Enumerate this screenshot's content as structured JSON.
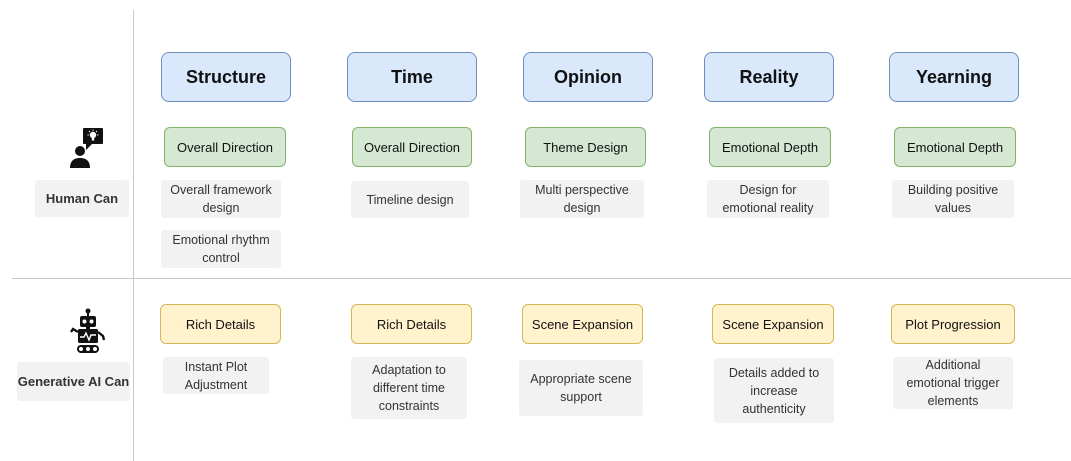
{
  "rows": {
    "human": {
      "label": "Human Can",
      "icon": "person-idea-icon"
    },
    "ai": {
      "label": "Generative AI Can",
      "icon": "robot-icon"
    }
  },
  "columns": [
    {
      "header": "Structure",
      "human_tag": "Overall Direction",
      "human_notes": [
        "Overall framework design",
        "Emotional rhythm control"
      ],
      "ai_tag": "Rich Details",
      "ai_notes": [
        "Instant Plot Adjustment"
      ]
    },
    {
      "header": "Time",
      "human_tag": "Overall Direction",
      "human_notes": [
        "Timeline design"
      ],
      "ai_tag": "Rich Details",
      "ai_notes": [
        "Adaptation to different time constraints"
      ]
    },
    {
      "header": "Opinion",
      "human_tag": "Theme Design",
      "human_notes": [
        "Multi perspective design"
      ],
      "ai_tag": "Scene Expansion",
      "ai_notes": [
        "Appropriate scene support"
      ]
    },
    {
      "header": "Reality",
      "human_tag": "Emotional Depth",
      "human_notes": [
        "Design for emotional reality"
      ],
      "ai_tag": "Scene Expansion",
      "ai_notes": [
        "Details added to increase authenticity"
      ]
    },
    {
      "header": "Yearning",
      "human_tag": "Emotional Depth",
      "human_notes": [
        "Building positive values"
      ],
      "ai_tag": "Plot Progression",
      "ai_notes": [
        "Additional emotional trigger elements"
      ]
    }
  ],
  "colors": {
    "header_fill": "#dae8fc",
    "header_stroke": "#6c8ebf",
    "human_fill": "#d5e8d4",
    "human_stroke": "#82b366",
    "ai_fill": "#fff2cc",
    "ai_stroke": "#d6b656"
  }
}
